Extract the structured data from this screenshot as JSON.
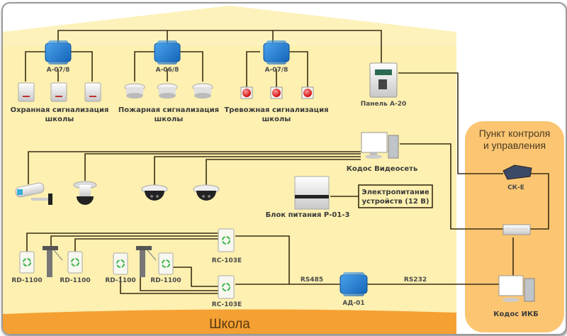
{
  "zones": {
    "school": {
      "label": "Школа",
      "fill": "#fdf0b0",
      "band": "#f5a033"
    },
    "control": {
      "label_line1": "Пункт контроля",
      "label_line2": "и управления",
      "fill": "#fbc572"
    }
  },
  "alarm_groups": [
    {
      "controller": "А-07/8",
      "sensor_type": "motion-detector",
      "caption_line1": "Охранная сигнализация",
      "caption_line2": "школы"
    },
    {
      "controller": "А-06/8",
      "sensor_type": "smoke-detector",
      "caption_line1": "Пожарная сигнализация",
      "caption_line2": "школы"
    },
    {
      "controller": "А-07/8",
      "sensor_type": "panic-button",
      "caption_line1": "Тревожная сигнализация",
      "caption_line2": "школы"
    }
  ],
  "panel": {
    "label": "Панель А-20"
  },
  "video": {
    "server_label": "Кодос Видеосеть",
    "cameras": [
      "bullet-camera",
      "ptz-camera",
      "dome-camera",
      "dome-camera"
    ]
  },
  "power": {
    "unit_label": "Блок питания Р-01-3",
    "box_line1": "Электропитание",
    "box_line2": "устройств (12 В)"
  },
  "access": {
    "readers": [
      "RD-1100",
      "RD-1100",
      "RD-1100",
      "RD-1100"
    ],
    "controllers": [
      "RC-103E",
      "RC-103E"
    ],
    "bus1": "RS485",
    "bus2": "RS232",
    "converter": "АД-01"
  },
  "control_room": {
    "switch_label": "СК-Е",
    "workstation_label": "Кодос ИКБ"
  },
  "colors": {
    "device_blue": "#1f7fd6",
    "wire": "#3a2e14",
    "reader_green": "#3cb44a",
    "alarm_red": "#e02020"
  }
}
